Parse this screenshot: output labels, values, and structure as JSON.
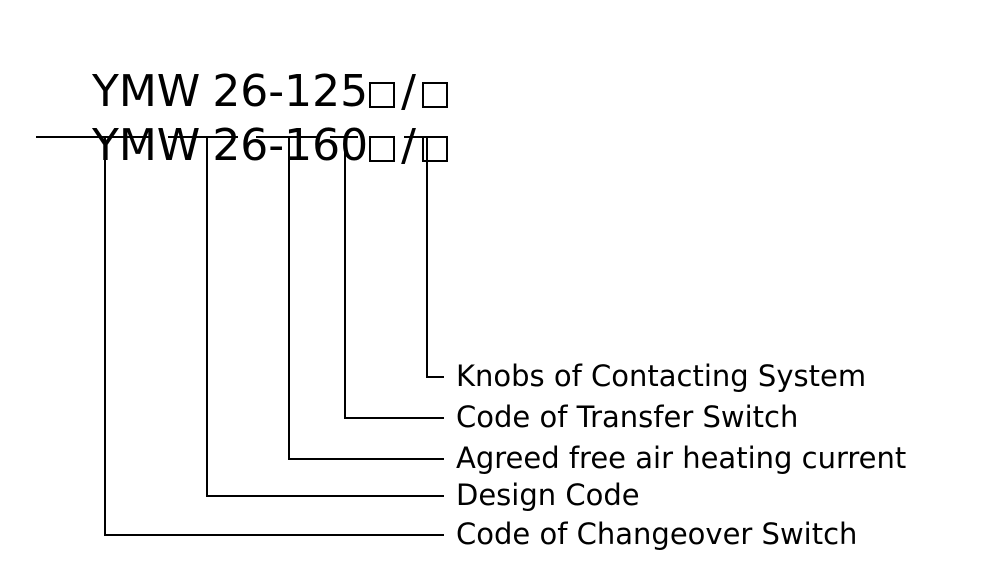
{
  "diagram": {
    "type": "model-code-breakdown",
    "code_lines": [
      {
        "prefix": "YMW",
        "number": "26-125",
        "box1": "□",
        "separator": "/",
        "box2": "□"
      },
      {
        "prefix": "YMW",
        "number": "26-160",
        "box1": "□",
        "separator": "/",
        "box2": "□"
      }
    ],
    "labels": [
      {
        "id": "knobs",
        "text": "Knobs of Contacting System"
      },
      {
        "id": "transfer-switch",
        "text": "Code of Transfer Switch"
      },
      {
        "id": "heating-current",
        "text": "Agreed free air heating current"
      },
      {
        "id": "design-code",
        "text": "Design Code"
      },
      {
        "id": "changeover-switch",
        "text": "Code of Changeover Switch"
      }
    ],
    "line_color": "#000000",
    "background_color": "#ffffff"
  }
}
